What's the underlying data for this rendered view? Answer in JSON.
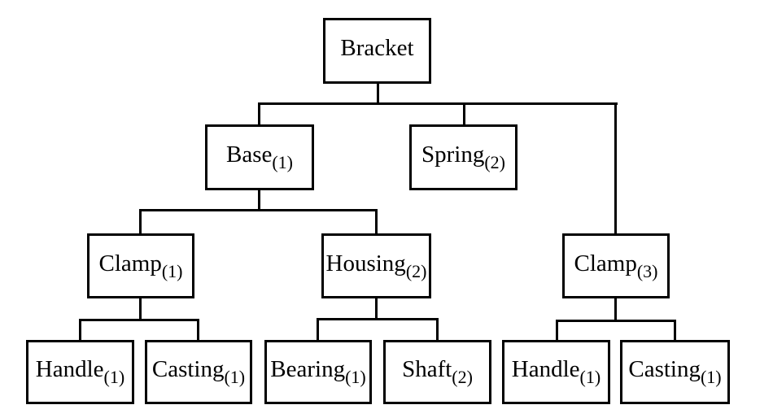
{
  "diagram": {
    "type": "product-structure-tree",
    "root": "Bracket"
  },
  "nodes": {
    "bracket": {
      "label": "Bracket",
      "qty": ""
    },
    "base": {
      "label": "Base",
      "qty": "(1)"
    },
    "spring": {
      "label": "Spring",
      "qty": "(2)"
    },
    "clamp1": {
      "label": "Clamp",
      "qty": "(1)"
    },
    "housing": {
      "label": "Housing",
      "qty": "(2)"
    },
    "clamp3": {
      "label": "Clamp",
      "qty": "(3)"
    },
    "handle1": {
      "label": "Handle",
      "qty": "(1)"
    },
    "casting1": {
      "label": "Casting",
      "qty": "(1)"
    },
    "bearing": {
      "label": "Bearing",
      "qty": "(1)"
    },
    "shaft": {
      "label": "Shaft",
      "qty": "(2)"
    },
    "handle2": {
      "label": "Handle",
      "qty": "(1)"
    },
    "casting2": {
      "label": "Casting",
      "qty": "(1)"
    }
  },
  "hierarchy": {
    "Bracket": [
      "Base(1)",
      "Spring(2)",
      "Clamp(3)"
    ],
    "Base(1)": [
      "Clamp(1)",
      "Housing(2)"
    ],
    "Clamp(1)": [
      "Handle(1)",
      "Casting(1)"
    ],
    "Housing(2)": [
      "Bearing(1)",
      "Shaft(2)"
    ],
    "Clamp(3)": [
      "Handle(1)",
      "Casting(1)"
    ]
  },
  "colors": {
    "background": "#ffffff",
    "line": "#000000",
    "text": "#000000"
  }
}
